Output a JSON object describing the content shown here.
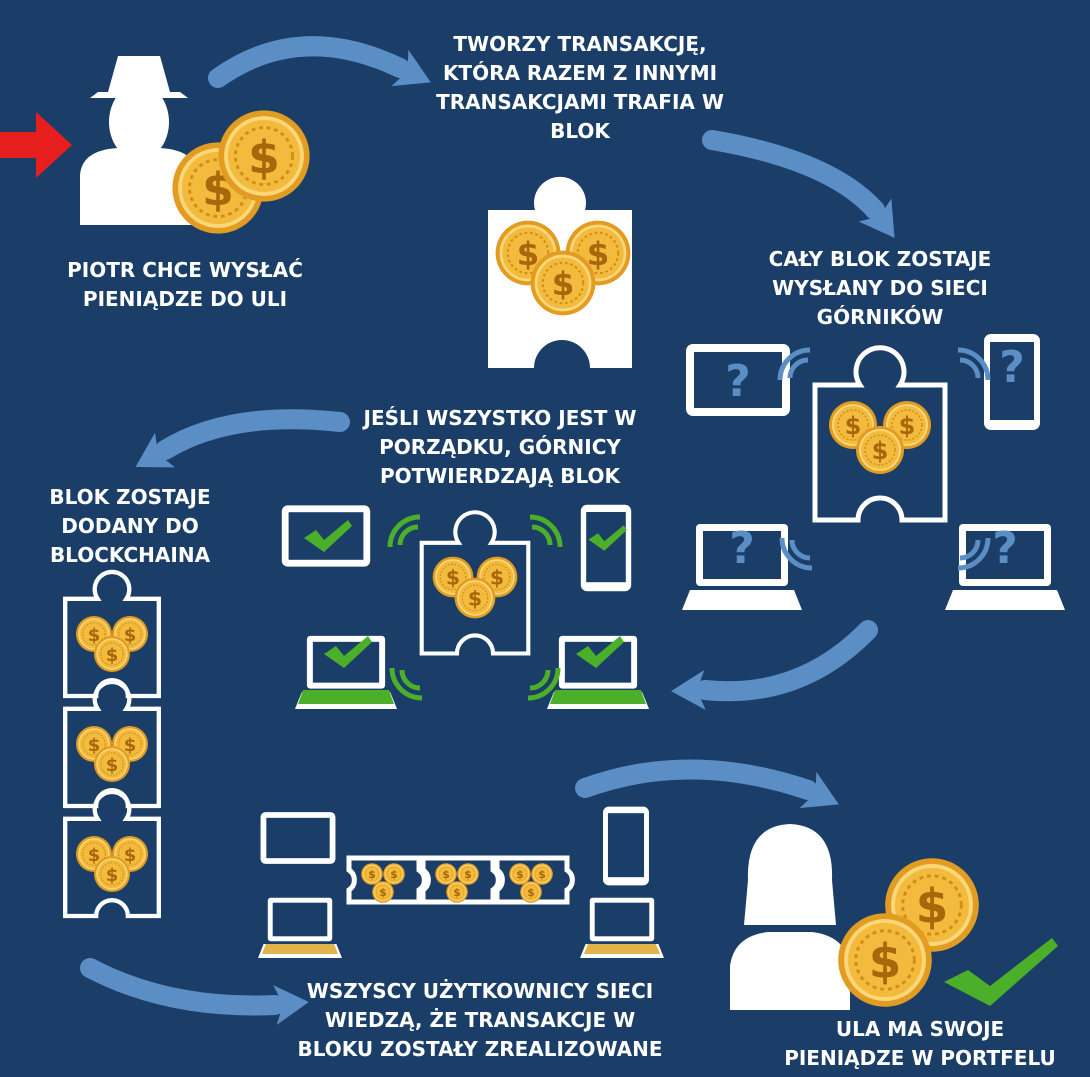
{
  "steps": [
    {
      "id": "piotr",
      "lines": [
        "PIOTR CHCE WYSŁAĆ",
        "PIENIĄDZE DO ULI"
      ]
    },
    {
      "id": "create",
      "lines": [
        "TWORZY TRANSAKCJĘ,",
        "KTÓRA RAZEM Z INNYMI",
        "TRANSAKCJAMI TRAFIA W",
        "BLOK"
      ]
    },
    {
      "id": "broadcast",
      "lines": [
        "CAŁY BLOK ZOSTAJE",
        "WYSŁANY DO SIECI",
        "GÓRNIKÓW"
      ]
    },
    {
      "id": "confirm",
      "lines": [
        "JEŚLI WSZYSTKO JEST W",
        "PORZĄDKU, GÓRNICY",
        "POTWIERDZAJĄ BLOK"
      ]
    },
    {
      "id": "added",
      "lines": [
        "BLOK ZOSTAJE",
        "DODANY DO",
        "BLOCKCHAINA"
      ]
    },
    {
      "id": "everyone",
      "lines": [
        "WSZYSCY UŻYTKOWNICY SIECI",
        "WIEDZĄ, ŻE TRANSAKCJE W",
        "BLOKU ZOSTAŁY ZREALIZOWANE"
      ]
    },
    {
      "id": "ula",
      "lines": [
        "ULA MA SWOJE",
        "PIENIĄDZE W PORTFELU"
      ]
    }
  ],
  "icons": {
    "coin_symbol": "$",
    "unknown_symbol": "?"
  },
  "colors": {
    "background": "#1a3e68",
    "arrow": "#5b8ec4",
    "coin": "#f0b23a",
    "check": "#4caf2a",
    "pointer": "#e61e1e"
  }
}
